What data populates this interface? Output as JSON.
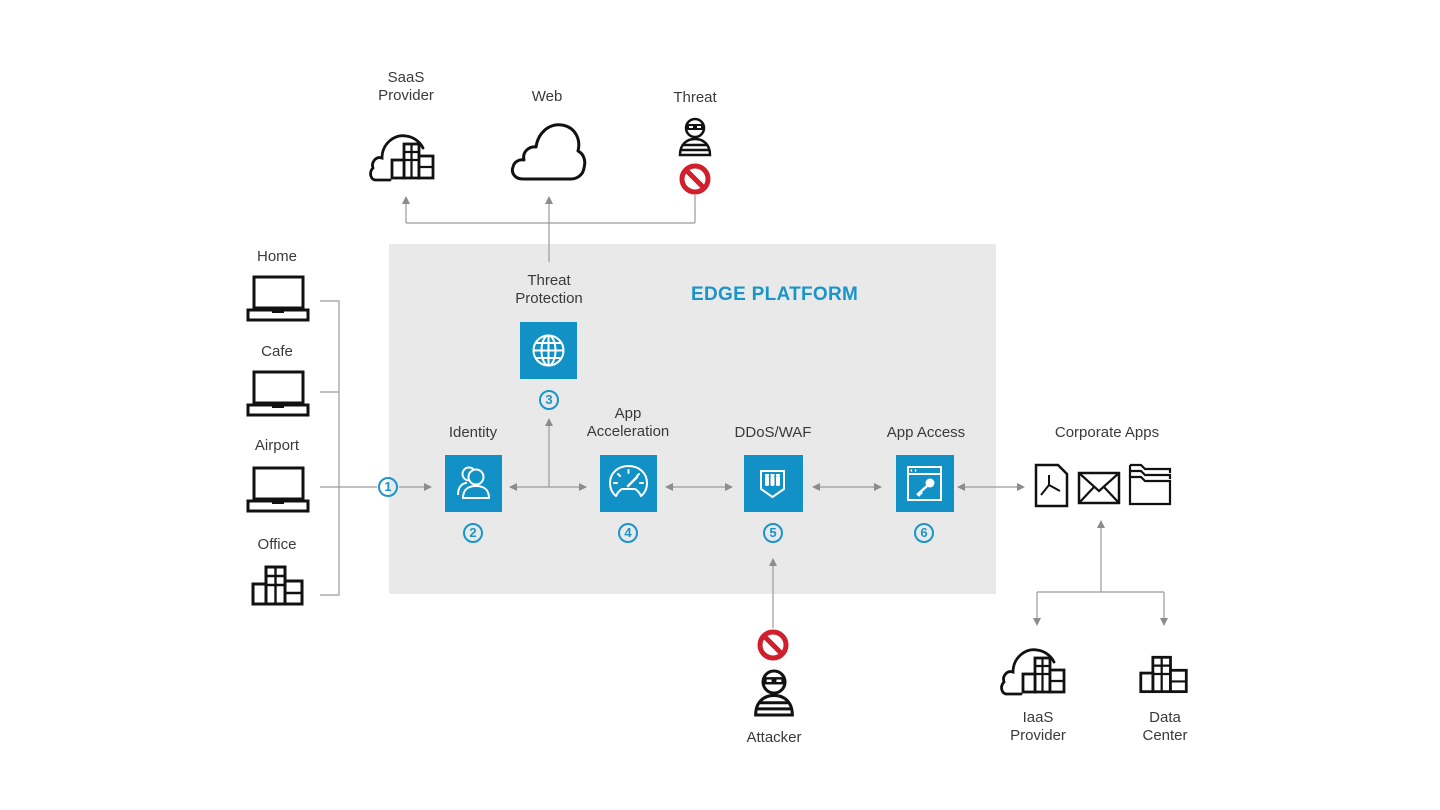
{
  "diagram": {
    "title": "EDGE PLATFORM",
    "colors": {
      "accent": "#1191c6",
      "accent_text": "#1a95c9",
      "platform_bg": "#e9e9e9",
      "block_red": "#d0202e",
      "connector": "#8c8c8c"
    },
    "top_nodes": [
      {
        "id": "saas",
        "label_lines": [
          "SaaS",
          "Provider"
        ],
        "icon": "cloud-building-icon"
      },
      {
        "id": "web",
        "label_lines": [
          "Web"
        ],
        "icon": "cloud-icon"
      },
      {
        "id": "threat",
        "label_lines": [
          "Threat"
        ],
        "icon": "attacker-icon",
        "blocked": true
      }
    ],
    "sources": [
      {
        "id": "home",
        "label": "Home",
        "icon": "laptop-icon"
      },
      {
        "id": "cafe",
        "label": "Cafe",
        "icon": "laptop-icon"
      },
      {
        "id": "airport",
        "label": "Airport",
        "icon": "laptop-icon"
      },
      {
        "id": "office",
        "label": "Office",
        "icon": "building-icon"
      }
    ],
    "steps": [
      {
        "number": "1"
      },
      {
        "number": "2",
        "label_lines": [
          "Identity"
        ],
        "icon": "users-icon"
      },
      {
        "number": "3",
        "label_lines": [
          "Threat",
          "Protection"
        ],
        "icon": "globe-icon"
      },
      {
        "number": "4",
        "label_lines": [
          "App",
          "Acceleration"
        ],
        "icon": "speedometer-icon"
      },
      {
        "number": "5",
        "label_lines": [
          "DDoS/WAF"
        ],
        "icon": "shield-icon"
      },
      {
        "number": "6",
        "label_lines": [
          "App Access"
        ],
        "icon": "app-key-icon"
      }
    ],
    "corporate": {
      "label": "Corporate Apps",
      "apps": [
        {
          "icon": "pdf-file-icon"
        },
        {
          "icon": "mail-icon"
        },
        {
          "icon": "folders-icon"
        }
      ]
    },
    "backends": [
      {
        "id": "iaas",
        "label_lines": [
          "IaaS",
          "Provider"
        ],
        "icon": "cloud-building-icon"
      },
      {
        "id": "datacenter",
        "label_lines": [
          "Data",
          "Center"
        ],
        "icon": "building-icon"
      }
    ],
    "attacker": {
      "label": "Attacker",
      "icon": "attacker-icon",
      "blocked": true
    }
  }
}
